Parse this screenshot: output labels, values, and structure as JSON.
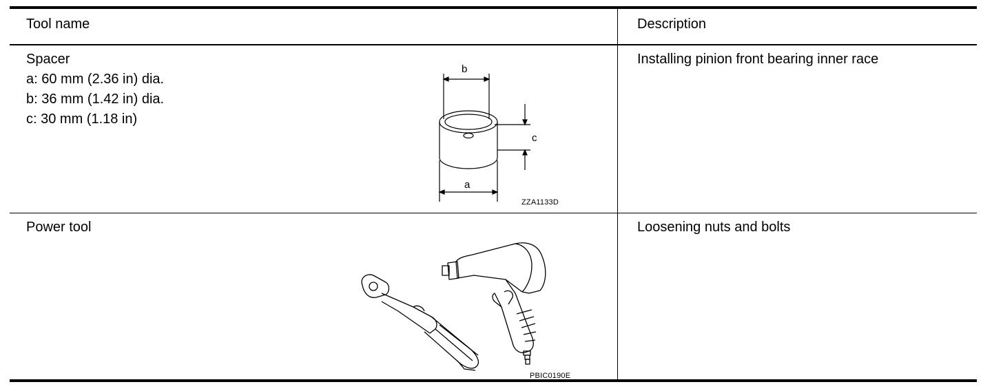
{
  "table": {
    "headers": [
      "Tool name",
      "Description"
    ],
    "rows": [
      {
        "tool_name": "Spacer",
        "specs": [
          "a: 60 mm (2.36 in) dia.",
          "b: 36 mm (1.42 in) dia.",
          "c: 30 mm (1.18 in)"
        ],
        "description": "Installing pinion front bearing inner race",
        "figure": {
          "icon": "spacer-diagram-icon",
          "labels": {
            "a": "a",
            "b": "b",
            "c": "c"
          },
          "code": "ZZA1133D"
        }
      },
      {
        "tool_name": "Power tool",
        "specs": [],
        "description": "Loosening nuts and bolts",
        "figure": {
          "icon": "power-tool-drawing-icon",
          "code": "PBIC0190E"
        }
      }
    ]
  }
}
